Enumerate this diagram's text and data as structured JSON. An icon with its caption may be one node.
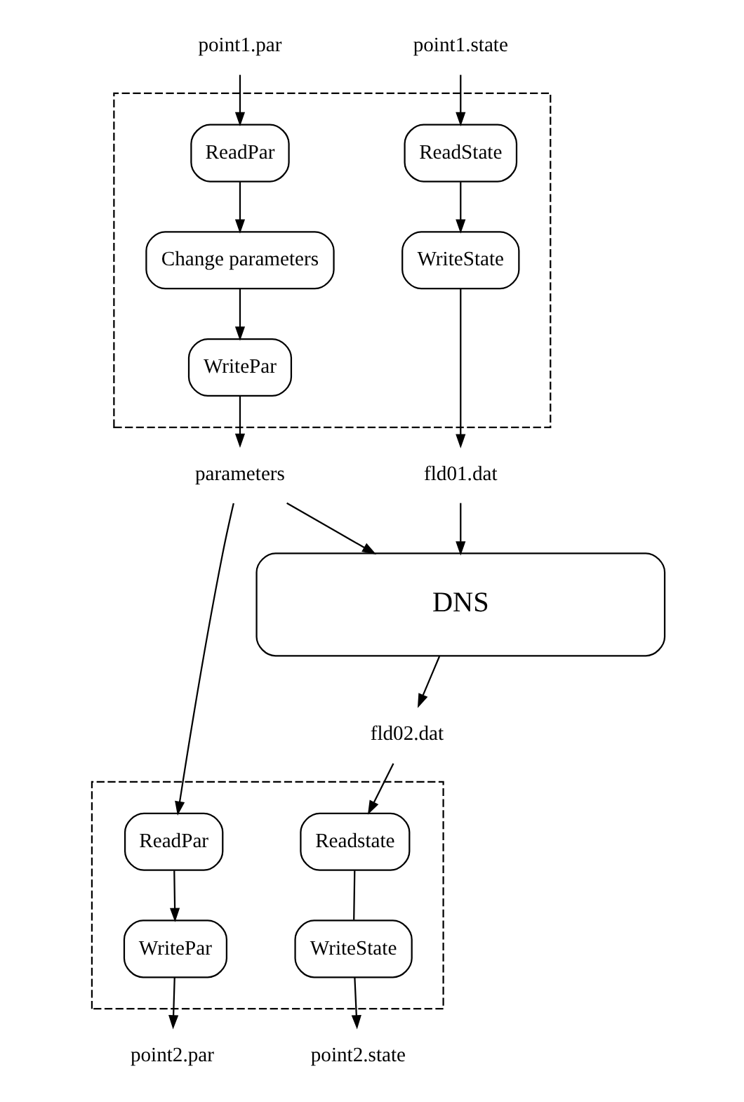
{
  "diagram": {
    "nodes": [
      {
        "text": [
          "point1.par"
        ]
      },
      {
        "text": [
          "point1.state"
        ]
      },
      {
        "text": [],
        "shape": "box"
      },
      {
        "text": [
          "ReadPar"
        ],
        "in": 2
      },
      {
        "text": [
          "ReadState"
        ],
        "in": 2
      },
      {
        "text": [
          "Change parameters"
        ],
        "in": 2
      },
      {
        "text": [
          "WriteState"
        ],
        "in": 2
      },
      {
        "text": [
          "WritePar"
        ],
        "in": 2
      },
      {
        "text": [
          "parameters"
        ]
      },
      {
        "text": [
          "fld01.dat"
        ]
      },
      {
        "text": [
          "DNS"
        ]
      },
      {
        "text": [
          "fld02.dat"
        ]
      },
      {
        "text": [],
        "shape": "box"
      },
      {
        "text": [
          "ReadPar"
        ],
        "in": 12
      },
      {
        "text": [
          "Readstate"
        ],
        "in": 12
      },
      {
        "text": [
          "WritePar"
        ],
        "in": 12
      },
      {
        "text": [
          "WriteState"
        ],
        "in": 12
      },
      {
        "text": [
          "point2.par"
        ]
      },
      {
        "text": [
          "point2.state"
        ]
      }
    ],
    "edges": [
      {
        "from": 0,
        "to": 3,
        "arrow": "to"
      },
      {
        "from": 1,
        "to": 4,
        "arrow": "to"
      },
      {
        "from": 3,
        "to": 5,
        "arrow": "to"
      },
      {
        "from": 4,
        "to": 6,
        "arrow": "to"
      },
      {
        "from": 5,
        "to": 7,
        "arrow": "to"
      },
      {
        "from": 7,
        "to": 8,
        "arrow": "to"
      },
      {
        "from": 6,
        "to": 9,
        "arrow": "to"
      },
      {
        "from": 8,
        "to": 10,
        "arrow": "to"
      },
      {
        "from": 9,
        "to": 10,
        "arrow": "to"
      },
      {
        "from": 8,
        "to": 13,
        "arrow": "to"
      },
      {
        "from": 10,
        "to": 11,
        "arrow": "to"
      },
      {
        "from": 11,
        "to": 14,
        "arrow": "to"
      },
      {
        "from": 13,
        "to": 15,
        "arrow": "to"
      },
      {
        "from": 14,
        "to": 16,
        "arrow": "none"
      },
      {
        "from": 15,
        "to": 17,
        "arrow": "to"
      },
      {
        "from": 16,
        "to": 18,
        "arrow": "to"
      }
    ]
  }
}
